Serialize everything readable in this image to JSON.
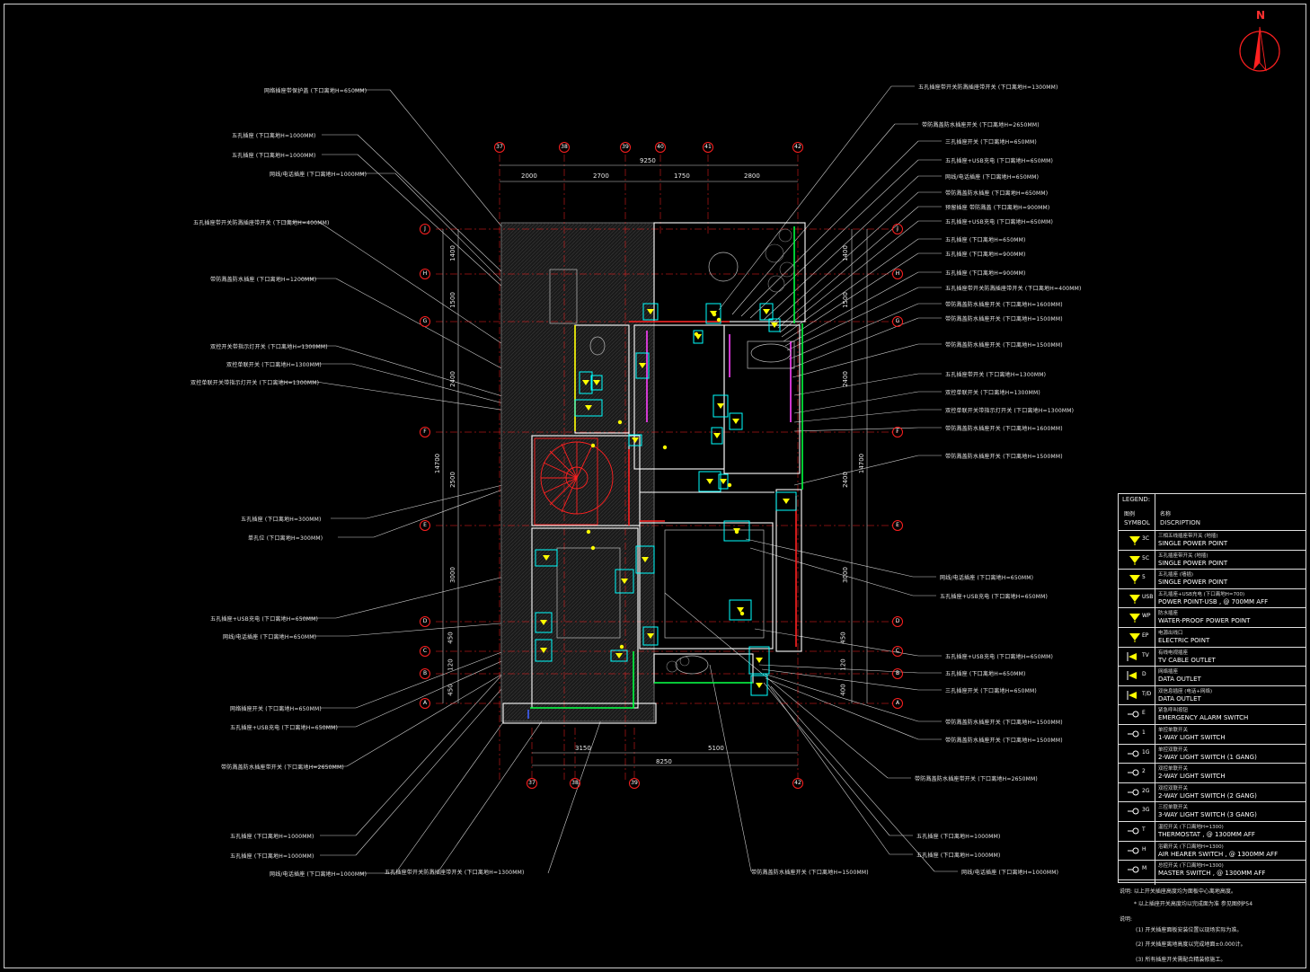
{
  "north_label": "N",
  "grid_top": [
    "37",
    "38",
    "39",
    "40",
    "41",
    "42"
  ],
  "grid_bottom": [
    "37",
    "38",
    "39",
    "42"
  ],
  "grid_rows": [
    "J",
    "H",
    "G",
    "F",
    "E",
    "D",
    "C",
    "B",
    "A"
  ],
  "dims": {
    "top_total": "9250",
    "top": [
      "2000",
      "2700",
      "1750",
      "2800"
    ],
    "bottom": [
      "3150",
      "5100"
    ],
    "bottom_total": "8250",
    "left_total": "14700",
    "left": [
      "1400",
      "1500",
      "2400",
      "2500",
      "3000",
      "450",
      "120",
      "450"
    ],
    "right_total": "14700",
    "right": [
      "1400",
      "1500",
      "2400",
      "2400",
      "3000",
      "450",
      "120",
      "400"
    ]
  },
  "callouts_left": [
    "网络插座带保护盖 (下口离地H=650MM)",
    "五孔插座 (下口离地H=1000MM)",
    "五孔插座 (下口离地H=1000MM)",
    "网线/电话插座 (下口离地H=1000MM)",
    "五孔插座带开关防溅插座带开关 (下口离地H=400MM)",
    "带防溅盖防水插座 (下口离地H=1200MM)",
    "双控开关带指示灯开关 (下口离地H=1300MM)",
    "双控单联开关 (下口离地H=1300MM)",
    "双控单联开关带指示灯开关 (下口离地H=1300MM)",
    "五孔插座 (下口离地H=300MM)",
    "单孔位 (下口离地H=300MM)",
    "五孔插座+USB充电 (下口离地H=650MM)",
    "网线/电话插座 (下口离地H=650MM)",
    "网络插座开关 (下口离地H=650MM)",
    "五孔插座+USB充电 (下口离地H=650MM)",
    "带防溅盖防水插座带开关 (下口离地H=2650MM)",
    "五孔插座 (下口离地H=1000MM)",
    "五孔插座 (下口离地H=1000MM)",
    "网线/电话插座 (下口离地H=1000MM)"
  ],
  "callouts_right": [
    "五孔插座带开关防溅插座带开关 (下口离地H=1300MM)",
    "带防溅盖防水插座开关 (下口离地H=2650MM)",
    "三孔插座开关 (下口离地H=650MM)",
    "五孔插座+USB充电 (下口离地H=650MM)",
    "网线/电话插座 (下口离地H=650MM)",
    "带防溅盖防水插座 (下口离地H=650MM)",
    "预留插座 带防溅盖 (下口离地H=900MM)",
    "五孔插座+USB充电 (下口离地H=650MM)",
    "五孔插座 (下口离地H=650MM)",
    "五孔插座 (下口离地H=900MM)",
    "五孔插座 (下口离地H=900MM)",
    "五孔插座带开关防溅插座带开关 (下口离地H=400MM)",
    "带防溅盖防水插座开关 (下口离地H=1600MM)",
    "带防溅盖防水插座开关 (下口离地H=1500MM)",
    "带防溅盖防水插座开关 (下口离地H=1500MM)",
    "五孔插座带开关 (下口离地H=1300MM)",
    "双控单联开关 (下口离地H=1300MM)",
    "双控单联开关带指示灯开关 (下口离地H=1300MM)",
    "带防溅盖防水插座开关 (下口离地H=1600MM)",
    "带防溅盖防水插座开关 (下口离地H=1500MM)",
    "网线/电话插座 (下口离地H=650MM)",
    "五孔插座+USB充电 (下口离地H=650MM)",
    "五孔插座+USB充电 (下口离地H=650MM)",
    "五孔插座 (下口离地H=650MM)",
    "三孔插座开关 (下口离地H=650MM)",
    "带防溅盖防水插座开关 (下口离地H=1500MM)",
    "带防溅盖防水插座开关 (下口离地H=1500MM)",
    "带防溅盖防水插座带开关 (下口离地H=2650MM)",
    "五孔插座 (下口离地H=1000MM)",
    "五孔插座 (下口离地H=1000MM)",
    "网线/电话插座 (下口离地H=1000MM)"
  ],
  "callouts_bottom": [
    "五孔插座带开关防溅插座带开关 (下口离地H=1300MM)",
    "带防溅盖防水插座开关 (下口离地H=1500MM)"
  ],
  "legend": {
    "title_zh": "LEGEND:",
    "col_symbol_zh": "图例",
    "col_symbol": "SYMBOL",
    "col_desc_zh": "名称",
    "col_desc": "DISCRIPTION",
    "rows": [
      {
        "tag": "3C",
        "zh": "三相五线插座带开关 (地插)",
        "en": "SINGLE POWER POINT"
      },
      {
        "tag": "5C",
        "zh": "五孔插座带开关 (地插)",
        "en": "SINGLE POWER POINT"
      },
      {
        "tag": "5",
        "zh": "五孔插座 (墙插)",
        "en": "SINGLE POWER POINT"
      },
      {
        "tag": "USB",
        "zh": "五孔插座+USB充电 (下口离地H=700)",
        "en": "POWER POINT-USB , @ 700MM AFF"
      },
      {
        "tag": "WP",
        "zh": "防水插座",
        "en": "WATER-PROOF POWER POINT"
      },
      {
        "tag": "EP",
        "zh": "电源出线口",
        "en": "ELECTRIC POINT"
      },
      {
        "tag": "TV",
        "zh": "有线电视插座",
        "en": "TV CABLE   OUTLET"
      },
      {
        "tag": "D",
        "zh": "网络插座",
        "en": "DATA   OUTLET"
      },
      {
        "tag": "T/D",
        "zh": "双信息插座 (电话+网络)",
        "en": "DATA   OUTLET"
      },
      {
        "tag": "E",
        "zh": "紧急呼叫按钮",
        "en": "EMERGENCY ALARM SWITCH"
      },
      {
        "tag": "1",
        "zh": "单控单联开关",
        "en": "1-WAY LIGHT SWITCH"
      },
      {
        "tag": "1G",
        "zh": "单控双联开关",
        "en": "2-WAY LIGHT SWITCH (1 GANG)"
      },
      {
        "tag": "2",
        "zh": "双控单联开关",
        "en": "2-WAY LIGHT SWITCH"
      },
      {
        "tag": "2G",
        "zh": "双控双联开关",
        "en": "2-WAY LIGHT SWITCH (2 GANG)"
      },
      {
        "tag": "3G",
        "zh": "三控单联开关",
        "en": "3-WAY LIGHT SWITCH (3 GANG)"
      },
      {
        "tag": "T",
        "zh": "温控开关 (下口离地H=1300)",
        "en": "THERMOSTAT , @ 1300MM AFF"
      },
      {
        "tag": "H",
        "zh": "浴霸开关 (下口离地H=1300)",
        "en": "AIR HEARER SWITCH , @ 1300MM AFF"
      },
      {
        "tag": "M",
        "zh": "总控开关 (下口离地H=1300)",
        "en": "MASTER SWITCH , @ 1300MM AFF"
      }
    ]
  },
  "notes": [
    "说明: 以上开关插座高度均为面板中心离地高度。",
    "* 以上插座开关高度均以完成面为准 参见图例P54",
    "说明:",
    "(1) 开关插座面板安装位置以现场实际为准。",
    "(2) 开关插座离地高度以完成地面±0.000计。",
    "(3) 所有插座开关需配合精装修施工。"
  ],
  "colors": {
    "grid": "#ff2020",
    "wall": "#ffffff",
    "device": "#00ffff",
    "symbol": "#ffff00",
    "stair": "#ff2020",
    "green": "#00ff40",
    "magenta": "#ff40ff",
    "leader": "#d0d0d0"
  }
}
